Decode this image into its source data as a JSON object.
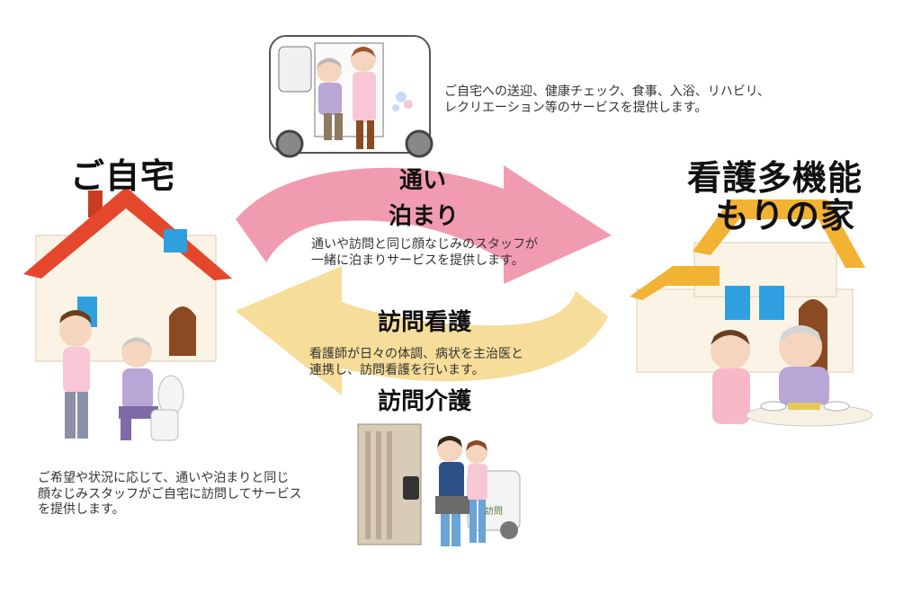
{
  "labels": {
    "home": "ご自宅",
    "facility_line1": "看護多機能",
    "facility_line2": "もりの家",
    "service_day": "通い",
    "service_stay": "泊まり",
    "service_nursing": "訪問看護",
    "service_care": "訪問介護"
  },
  "descriptions": {
    "day_service_line1": "ご自宅への送迎、健康チェック、食事、入浴、リハビリ、",
    "day_service_line2": "レクリエーション等のサービスを提供します。",
    "stay_line1": "通いや訪問と同じ顔なじみのスタッフが",
    "stay_line2": "一緒に泊まりサービスを提供します。",
    "nursing_line1": "看護師が日々の体調、病状を主治医と",
    "nursing_line2": "連携し、訪問看護を行います。",
    "care_line1": "ご希望や状況に応じて、通いや泊まりと同じ",
    "care_line2": "顔なじみスタッフがご自宅に訪問してサービス",
    "care_line3": "を提供します。"
  },
  "illustration_texts": {
    "car_door_text": "訪問"
  },
  "colors": {
    "arrow_top": "#f19bb0",
    "arrow_bottom": "#f7dd9a",
    "home_roof": "#e5472d",
    "facility_roof": "#f2b233",
    "window_blue": "#2f9fe0",
    "door_brown": "#8b4a22",
    "wall": "#fbf4e6"
  }
}
